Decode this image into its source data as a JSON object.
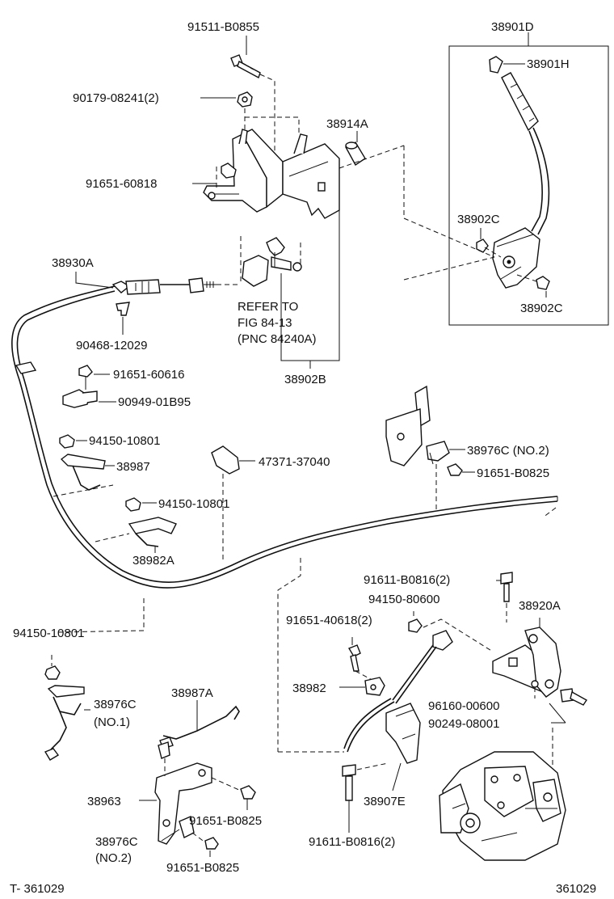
{
  "labels": {
    "bolt_91511": "91511-B0855",
    "nut_90179": "90179-08241(2)",
    "bolt_91651_60818": "91651-60818",
    "bushing_38914a": "38914A",
    "set_38901d": "38901D",
    "knob_38901h": "38901H",
    "clip_38902c_top": "38902C",
    "clip_38902c_bottom": "38902C",
    "cable_38930a": "38930A",
    "refer_line1": "REFER TO",
    "refer_line2": "FIG  84-13",
    "refer_line3": "(PNC 84240A)",
    "lever_38902b": "38902B",
    "clip_90468": "90468-12029",
    "bolt_91651_60616": "91651-60616",
    "clamp_90949": "90949-01B95",
    "nut_94150_a": "94150-10801",
    "spring_38987": "38987",
    "clamp_47371": "47371-37040",
    "bracket_38976c_no2_top": "38976C (NO.2)",
    "bolt_91651_b0825_a": "91651-B0825",
    "nut_94150_b": "94150-10801",
    "spring_38982a": "38982A",
    "bolt_91611_a": "91611-B0816(2)",
    "nut_94150_80600": "94150-80600",
    "lever_38920a": "38920A",
    "bolt_91651_40618": "91651-40618(2)",
    "nut_94150_c": "94150-10801",
    "link_38982": "38982",
    "washer_96160": "96160-00600",
    "bolt_90249": "90249-08001",
    "bracket_38976c_no1": "38976C",
    "bracket_38976c_no1_sub": "(NO.1)",
    "spring_38987a": "38987A",
    "bracket_38963": "38963",
    "bolt_91651_b0825_b": "91651-B0825",
    "bracket_38907e": "38907E",
    "bracket_38976c_no2_bottom": "38976C",
    "bracket_38976c_no2_bottom_sub": "(NO.2)",
    "bolt_91651_b0825_c": "91651-B0825",
    "bolt_91611_b": "91611-B0816(2)",
    "footer_left": "T- 361029",
    "footer_right": "361029"
  }
}
